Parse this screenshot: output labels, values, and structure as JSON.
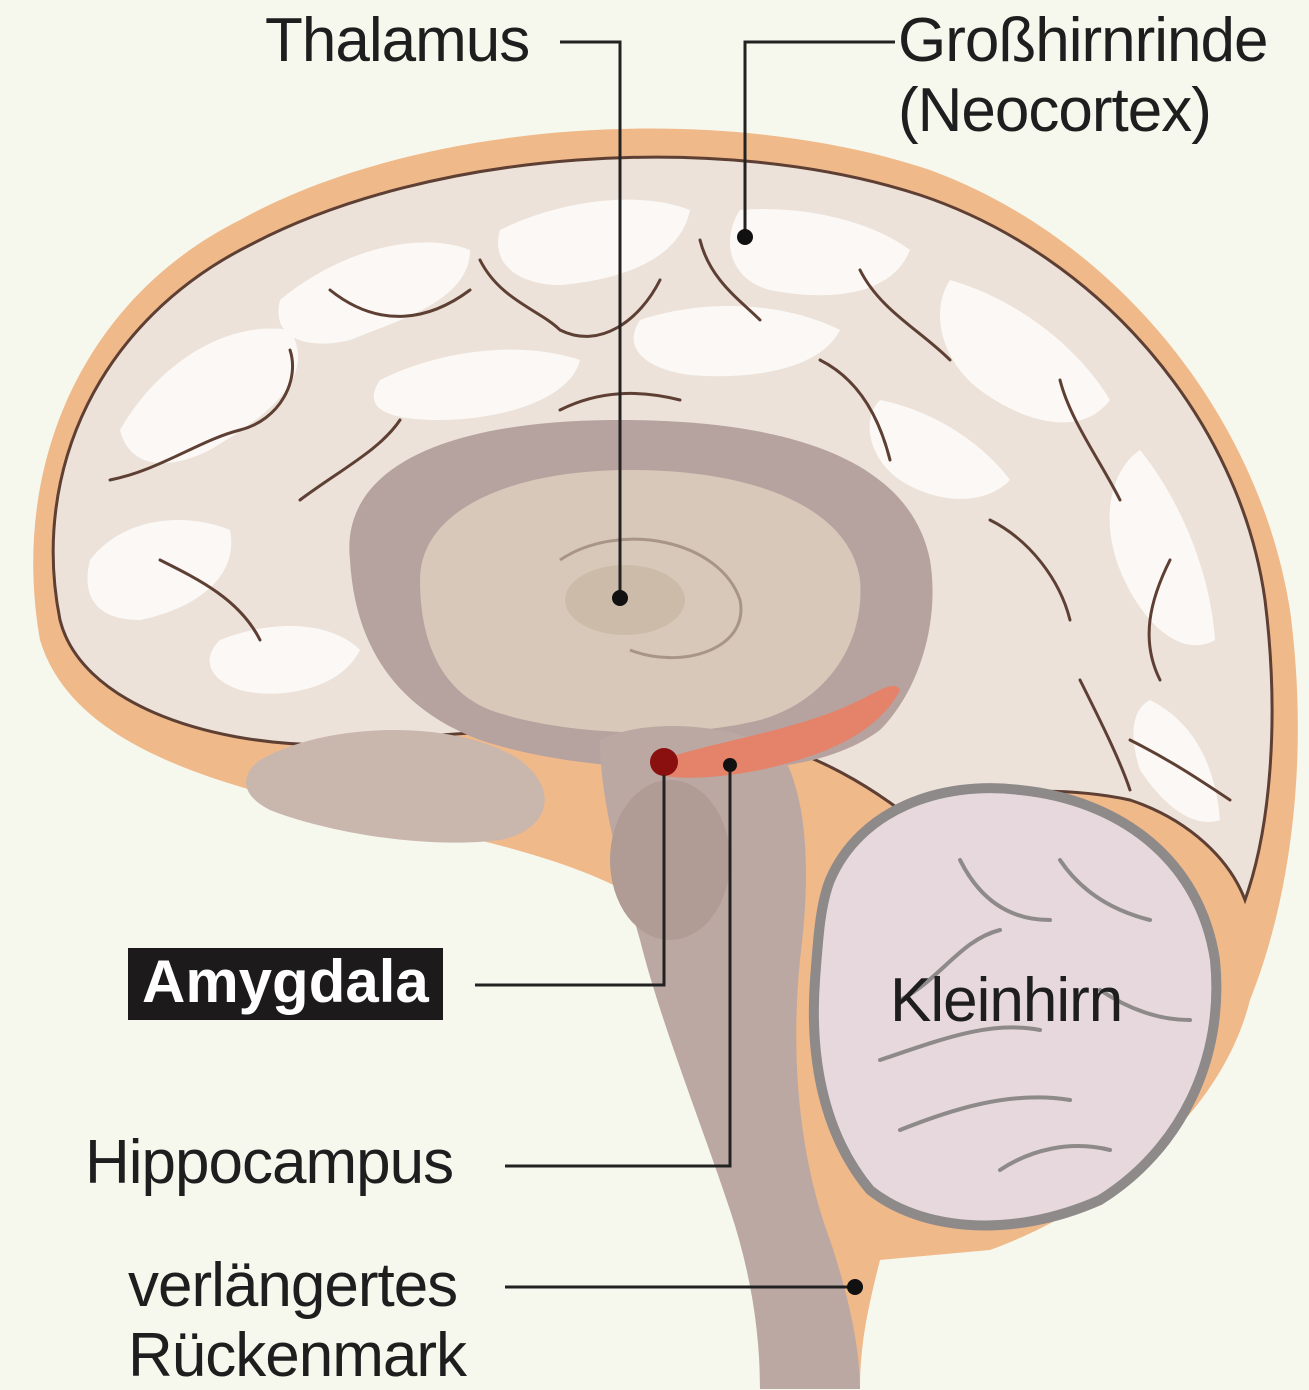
{
  "labels": {
    "thalamus": "Thalamus",
    "neocortex_line1": "Großhirnrinde",
    "neocortex_line2": "(Neocortex)",
    "amygdala": "Amygdala",
    "kleinhirn": "Kleinhirn",
    "hippocampus": "Hippocampus",
    "medulla_line1": "verlängertes",
    "medulla_line2": "Rückenmark"
  },
  "colors": {
    "background": "#f6f8ee",
    "skull_rim": "#f0b98a",
    "cortex_fill": "#ece2d9",
    "cortex_highlight": "#fbf8f5",
    "sulcus_line": "#5e3f33",
    "inner_fill": "#b6a3a0",
    "thalamus_fill": "#d8c8b9",
    "brainstem_fill": "#bca8a2",
    "cerebellum_fill": "#e6d8dc",
    "cerebellum_shadow": "#8e8a8a",
    "hippocampus_fill": "#e5826a",
    "amygdala_dot": "#8a0f0f",
    "leader_line": "#222222",
    "amygdala_box": "#1c1a1a"
  }
}
